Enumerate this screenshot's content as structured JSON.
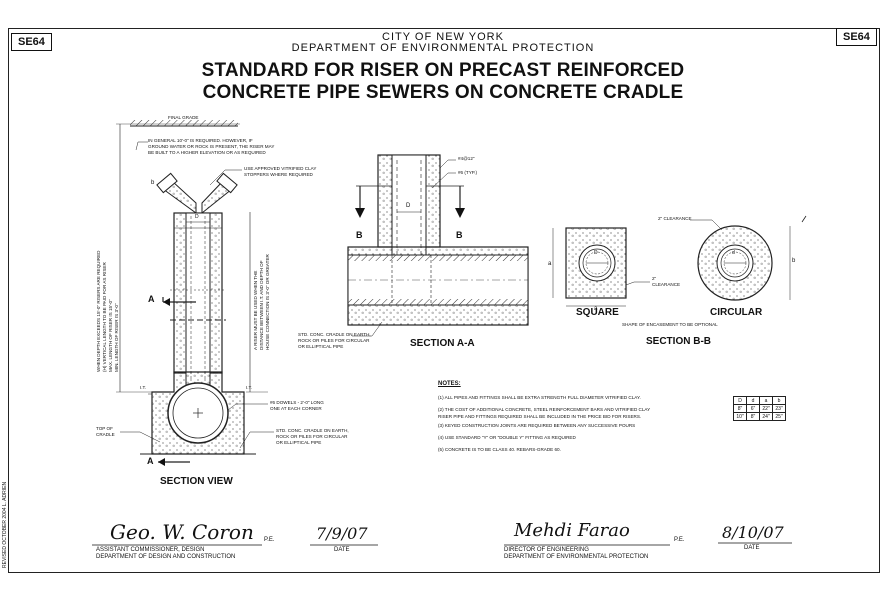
{
  "sheet_id": "SE64",
  "header": {
    "agency_line1": "CITY OF NEW YORK",
    "agency_line2": "DEPARTMENT OF ENVIRONMENTAL PROTECTION",
    "title_line1": "STANDARD FOR RISER ON PRECAST REINFORCED",
    "title_line2": "CONCRETE PIPE SEWERS ON CONCRETE CRADLE"
  },
  "section_view": {
    "final_grade": "FINAL GRADE",
    "note_general": [
      "IN GENERAL 10'-0\" IS REQUIRED. HOWEVER, IF",
      "GROUND WATER OR ROCK IS PRESENT, THE RISER MAY",
      "BE BUILT TO A HIGHER ELEVATION OR AS REQUIRED"
    ],
    "note_stoppers": [
      "USE APPROVED VITRIFIED CLAY",
      "STOPPERS WHERE REQUIRED"
    ],
    "vertical_note_left": [
      "WHEN DEPTH EXCEEDS 15'-0\" RISERS ARE REQUIRED",
      "(H) VERTICAL LENGTH TO BE PAID FOR AS RISER",
      "MAX. LENGTH OF RISER IS 15'-0\"",
      "MIN. LENGTH OF RISER IS 3'-0\""
    ],
    "vertical_note_right": [
      "A RISER MUST BE USED WHEN THE",
      "DISTANCE BETWEEN I.T. AND DEPTH OF",
      "HOUSE CONNECTION IS 3'-0\" OR GREATER"
    ],
    "cut_a": "A",
    "it_left": "I.T.",
    "it_right": "I.T.",
    "dowels": [
      "#6 DOWELS - 2'-0\" LONG",
      "ONE AT EACH CORNER"
    ],
    "top_of_cradle": [
      "TOP OF",
      "CRADLE"
    ],
    "cradle_note": [
      "STD. CONC. CRADLE ON EARTH,",
      "ROCK OR PILES FOR CIRCULAR",
      "OR ELLIPTICAL PIPE"
    ],
    "label": "SECTION VIEW",
    "d_label": "D",
    "b_label": "b"
  },
  "section_aa": {
    "rebar_top": "#4@12\"",
    "rebar_typ": "#6 (TYP.)",
    "cut_b": "B",
    "d_label": "D",
    "cradle_note": [
      "STD. CONC. CRADLE ON EARTH,",
      "ROCK OR PILES FOR CIRCULAR",
      "OR ELLIPTICAL PIPE"
    ],
    "label": "SECTION A-A"
  },
  "section_bb": {
    "clearance_top": "2\" CLEARANCE",
    "clearance_side": [
      "2\"",
      "CLEARANCE"
    ],
    "square": "SQUARE",
    "circular": "CIRCULAR",
    "encasement_note": "SHAPE OF ENCASEMENT TO BE OPTIONAL",
    "label": "SECTION B-B",
    "dim_a": "a",
    "dim_b": "b",
    "dim_d": "D",
    "dim_d_small": "d"
  },
  "notes": {
    "heading": "NOTES:",
    "items": [
      "(1) ALL PIPES AND FITTINGS SHALL BE EXTRA STRENGTH FULL DIAMETER VITRIFIED CLAY.",
      "(2) THE COST OF ADDITIONAL CONCRETE, STEEL REINFORCEMENT BARS AND VITRIFIED CLAY",
      "      RISER PIPE AND FITTINGS REQUIRED SHALL BE INCLUDED IN THE PRICE BID FOR RISERS.",
      "(3) KEYED CONSTRUCTION JOINTS ARE REQUIRED BETWEEN ANY SUCCESSIVE POURS",
      "(4) USE STANDARD \"Y\" OR \"DOUBLE Y\" FITTING AS REQUIRED",
      "(5) CONCRETE IS TO BE CLASS 40. REBARS-GRADE 60."
    ]
  },
  "dim_table": {
    "headers": [
      "D",
      "d",
      "a",
      "b"
    ],
    "rows": [
      [
        "8\"",
        "6\"",
        "22\"",
        "23\""
      ],
      [
        "10\"",
        "8\"",
        "24\"",
        "25\""
      ]
    ]
  },
  "signatures": {
    "left_signature": "Geo. W. Coron",
    "left_pe": "P.E.",
    "left_title1": "ASSISTANT COMMISSIONER, DESIGN",
    "left_title2": "DEPARTMENT OF DESIGN AND CONSTRUCTION",
    "left_date": "7/9/07",
    "left_date_label": "DATE",
    "right_signature": "Mehdi Farao",
    "right_pe": "P.E.",
    "right_title1": "DIRECTOR OF ENGINEERING",
    "right_title2": "DEPARTMENT OF ENVIRONMENTAL PROTECTION",
    "right_date": "8/10/07",
    "right_date_label": "DATE"
  },
  "revision_stamp": "REVISED OCTOBER 2004 L. ADRIEN"
}
